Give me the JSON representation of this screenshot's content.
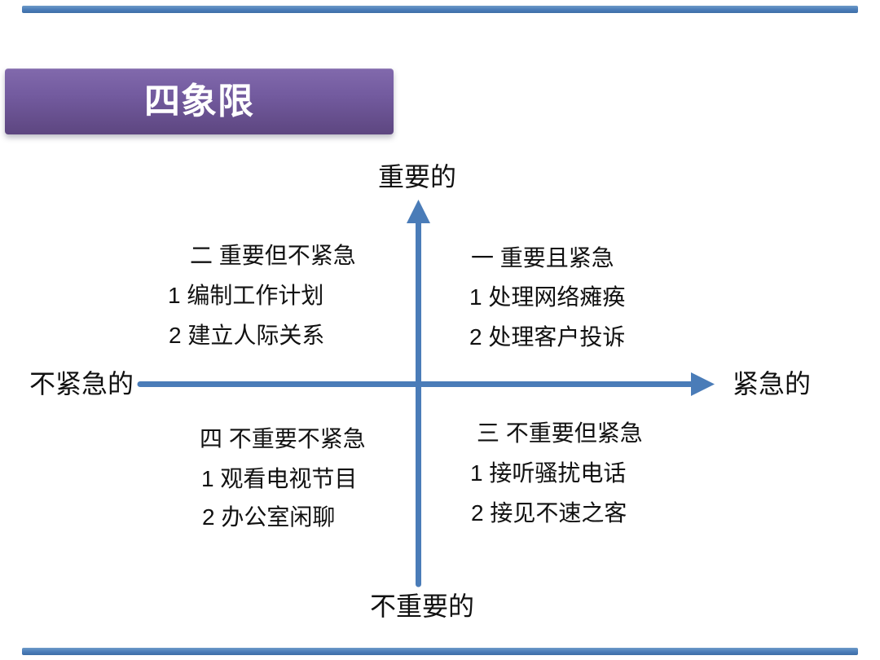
{
  "slide": {
    "background": "#ffffff"
  },
  "decor": {
    "rule_color": "#4a7cb8"
  },
  "title": {
    "label": "四象限",
    "banner_color_top": "#8169ac",
    "banner_color_bottom": "#5d4680",
    "text_color": "#ffffff"
  },
  "axes": {
    "color": "#4a7cb8",
    "y_top_label": "重要的",
    "y_bottom_label": "不重要的",
    "x_left_label": "不紧急的",
    "x_right_label": "紧急的"
  },
  "quadrants": [
    {
      "id": "quadrant-1",
      "position": "top-right",
      "header": "一 重要且紧急",
      "items": [
        "1 处理网络瘫痪",
        "2 处理客户投诉"
      ]
    },
    {
      "id": "quadrant-2",
      "position": "top-left",
      "header": "二 重要但不紧急",
      "items": [
        "1 编制工作计划",
        "2 建立人际关系"
      ]
    },
    {
      "id": "quadrant-3",
      "position": "bottom-right",
      "header": "三 不重要但紧急",
      "items": [
        "1 接听骚扰电话",
        "2 接见不速之客"
      ]
    },
    {
      "id": "quadrant-4",
      "position": "bottom-left",
      "header": "四 不重要不紧急",
      "items": [
        "1 观看电视节目",
        "2 办公室闲聊"
      ]
    }
  ]
}
